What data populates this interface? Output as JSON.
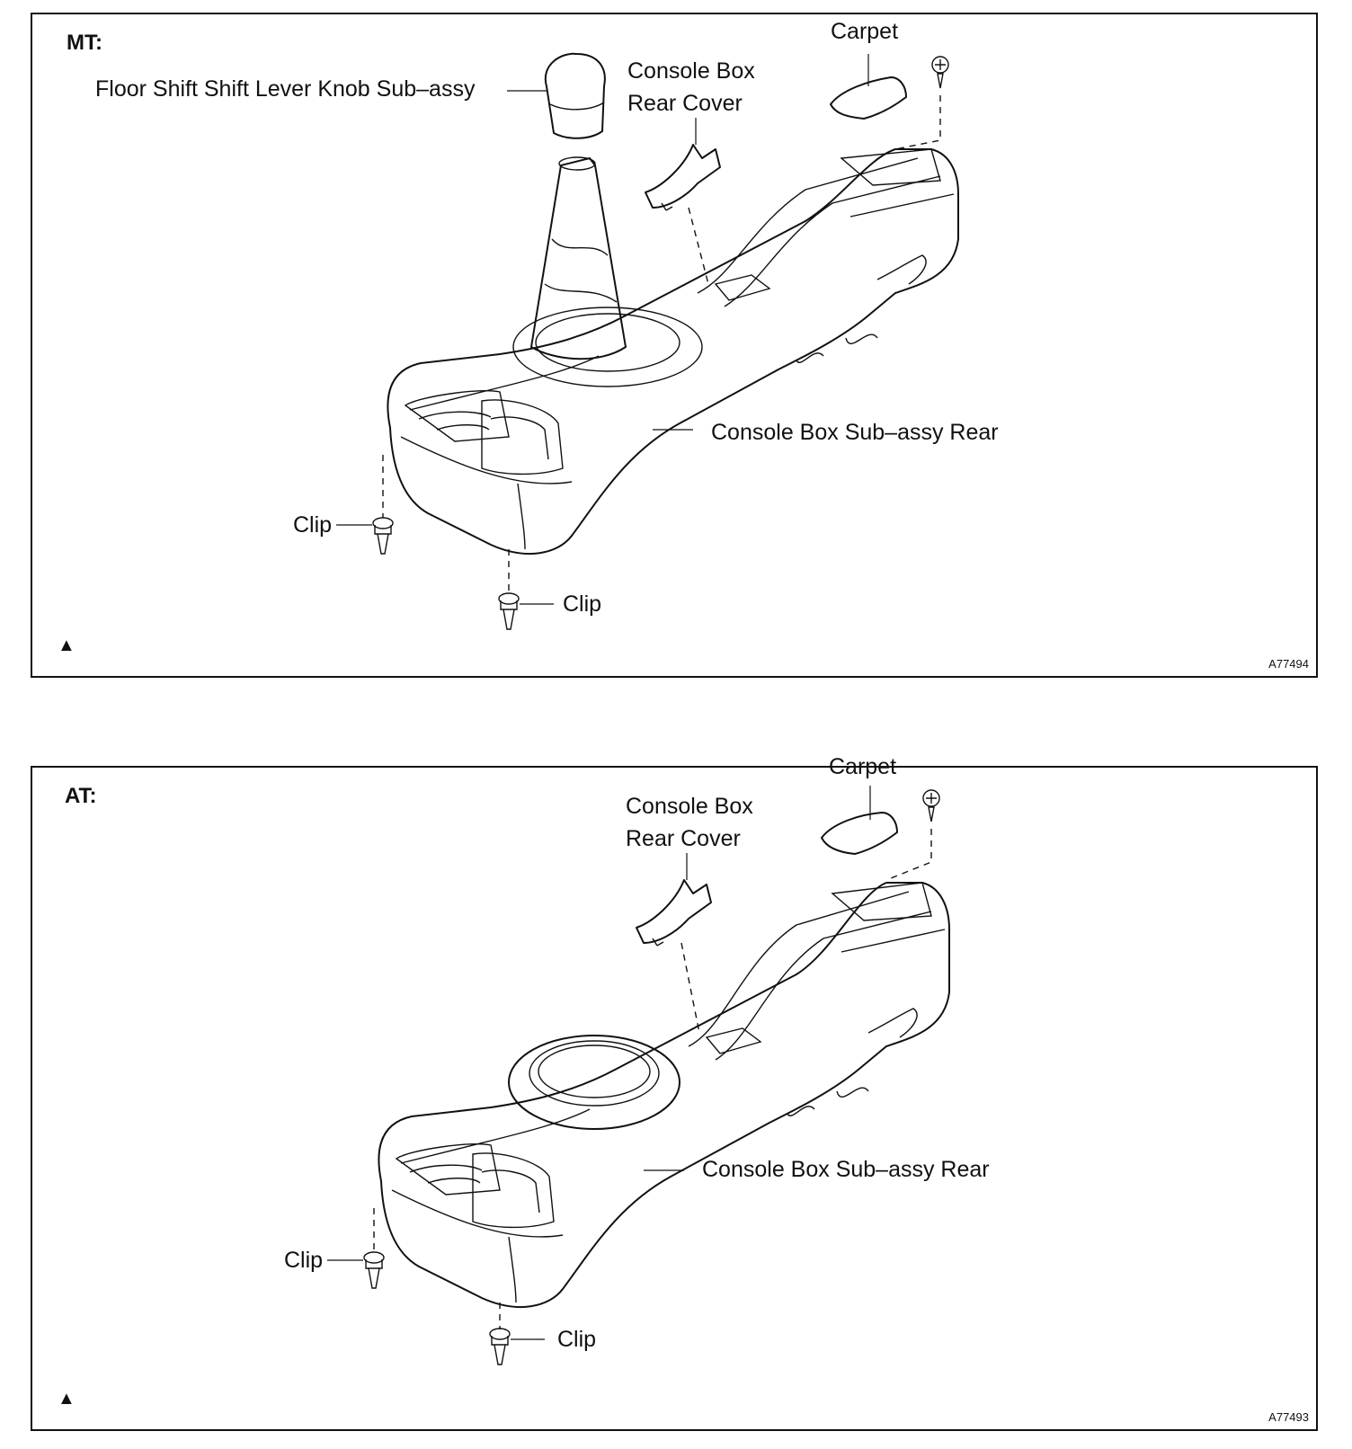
{
  "panels": [
    {
      "heading": "MT:",
      "code": "A77494",
      "labels": {
        "knob": "Floor Shift Shift Lever Knob Sub–assy",
        "rear_cover_1": "Console Box",
        "rear_cover_2": "Rear Cover",
        "carpet": "Carpet",
        "console": "Console Box Sub–assy Rear",
        "clip_left": "Clip",
        "clip_bottom": "Clip"
      }
    },
    {
      "heading": "AT:",
      "code": "A77493",
      "labels": {
        "rear_cover_1": "Console Box",
        "rear_cover_2": "Rear Cover",
        "carpet": "Carpet",
        "console": "Console Box Sub–assy Rear",
        "clip_left": "Clip",
        "clip_bottom": "Clip"
      }
    }
  ],
  "icons": [
    "screw-icon",
    "clip-icon",
    "new-part-mark-icon"
  ]
}
